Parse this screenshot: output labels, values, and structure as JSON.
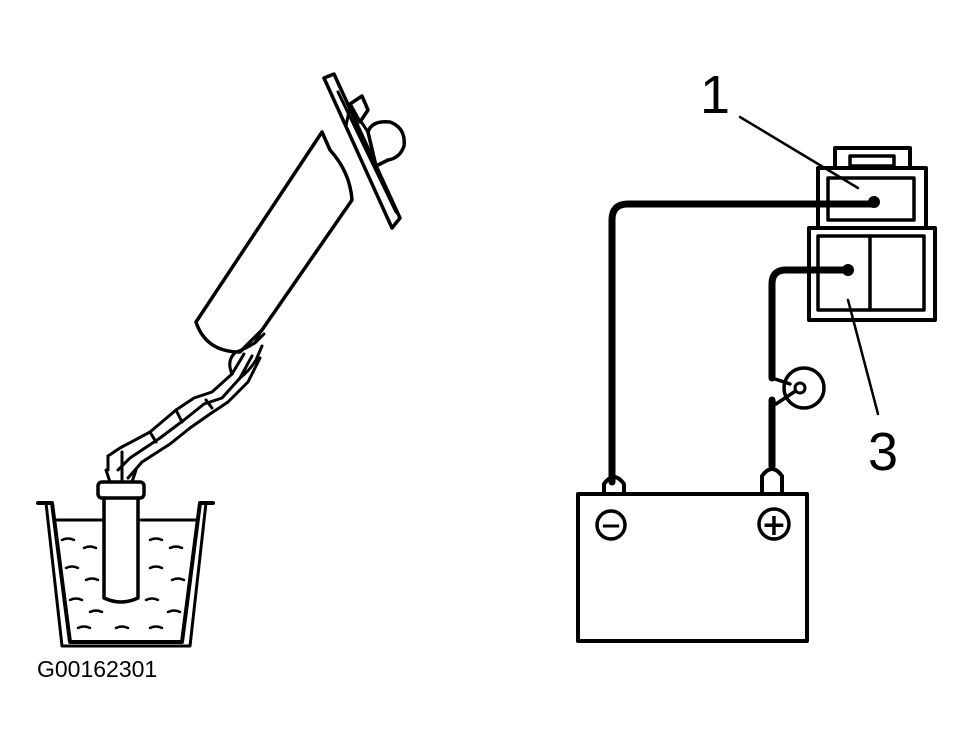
{
  "figure": {
    "caption_code": "G00162301",
    "callouts": {
      "terminal_1": "1",
      "terminal_3": "3"
    },
    "battery": {
      "negative_symbol": "−",
      "positive_symbol": "+"
    }
  }
}
